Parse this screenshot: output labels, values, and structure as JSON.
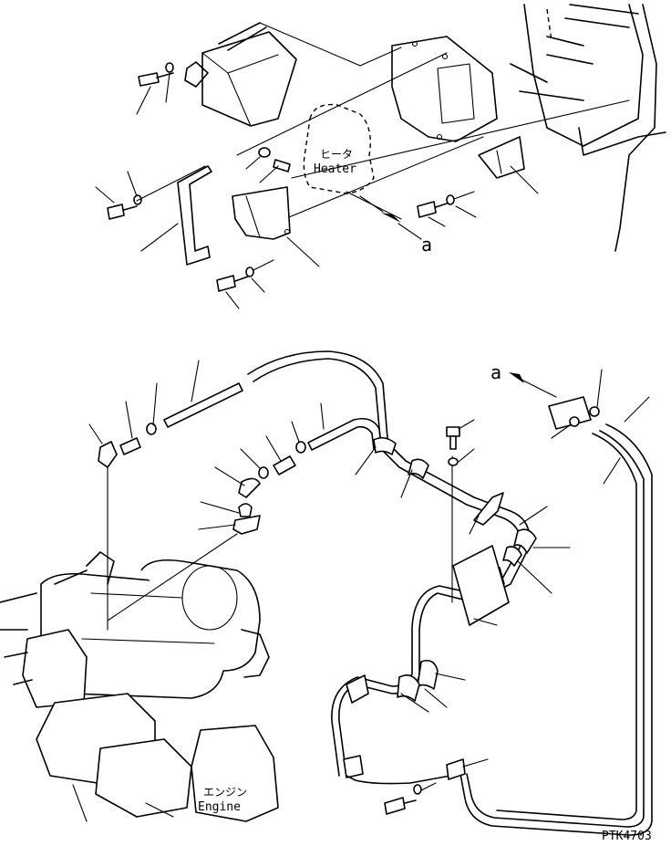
{
  "labels": {
    "heater_jp": "ヒータ",
    "heater_en": "Heater",
    "engine_jp": "エンジン",
    "engine_en": "Engine",
    "ref_top": "a",
    "ref_bottom": "a",
    "drawing_code": "PTK4703"
  }
}
